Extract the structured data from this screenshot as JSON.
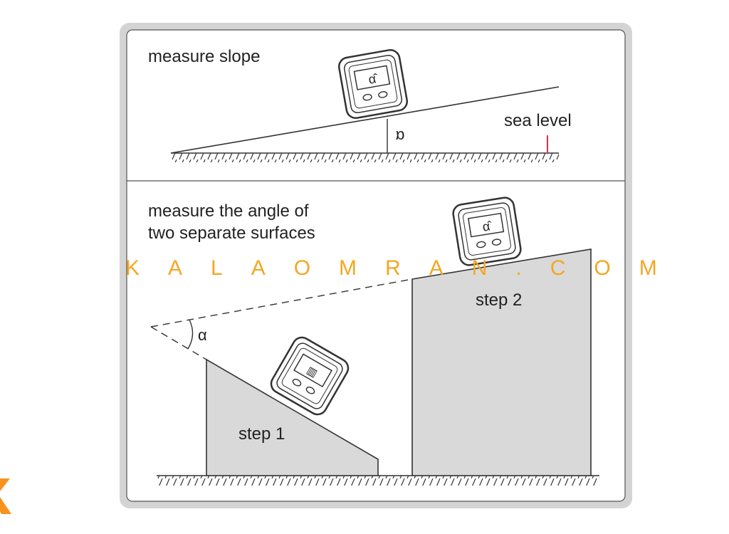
{
  "panels": {
    "top": {
      "title": "measure slope",
      "angle_label": "α",
      "sea_level_label": "sea level"
    },
    "bottom": {
      "title_line1": "measure the angle of",
      "title_line2": "two separate surfaces",
      "angle_label": "α",
      "step1_label": "step 1",
      "step2_label": "step 2"
    }
  },
  "device": {
    "display_glyph": "α̂"
  },
  "watermark": {
    "text": "KALAOMRAN.COM"
  },
  "colors": {
    "frame": "#d4d4d4",
    "line": "#333333",
    "step_fill": "#d9d9d9",
    "sea_level_marker": "#e0303a",
    "watermark": "#f5a623",
    "logo": "#f7931e"
  }
}
